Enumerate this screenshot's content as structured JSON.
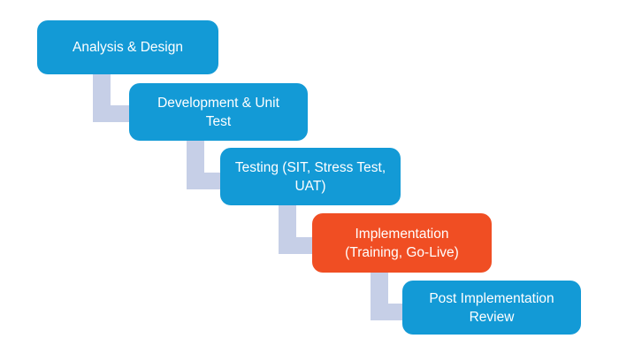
{
  "colors": {
    "background": "#FFFFFF",
    "box_blue": "#139AD6",
    "box_orange": "#F04E23",
    "connector": "#C6CFE7",
    "text": "#FFFFFF"
  },
  "diagram": {
    "steps": [
      {
        "label": "Analysis & Design",
        "lines": [
          "Analysis & Design"
        ],
        "variant": "blue"
      },
      {
        "label": "Development & Unit Test",
        "lines": [
          "Development & Unit",
          "Test"
        ],
        "variant": "blue"
      },
      {
        "label": "Testing (SIT, Stress Test, UAT)",
        "lines": [
          "Testing (SIT, Stress Test,",
          "UAT)"
        ],
        "variant": "blue"
      },
      {
        "label": "Implementation (Training, Go-Live)",
        "lines": [
          "Implementation",
          "(Training, Go-Live)"
        ],
        "variant": "orange"
      },
      {
        "label": "Post Implementation Review",
        "lines": [
          "Post Implementation",
          "Review"
        ],
        "variant": "blue"
      }
    ]
  }
}
